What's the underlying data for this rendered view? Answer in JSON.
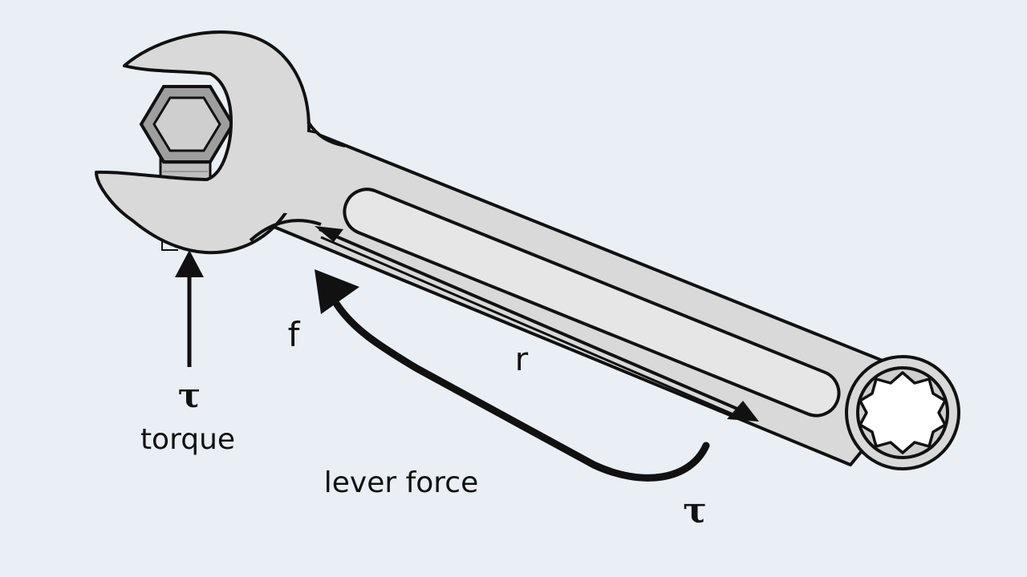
{
  "colors": {
    "background": "#e9eff5",
    "wrench_fill": "#d9d9d9",
    "wrench_highlight": "#e8e8e8",
    "outline": "#111111",
    "nut_fill": "#b9b9b9"
  },
  "labels": {
    "torque_symbol_left": "τ",
    "torque_word": "torque",
    "force_symbol": "f",
    "radius_symbol": "r",
    "lever_force": "lever force",
    "torque_symbol_right": "τ"
  },
  "icons": {
    "tool": "wrench-icon",
    "nut": "hex-nut-icon",
    "box_end": "twelve-point-socket-icon"
  }
}
